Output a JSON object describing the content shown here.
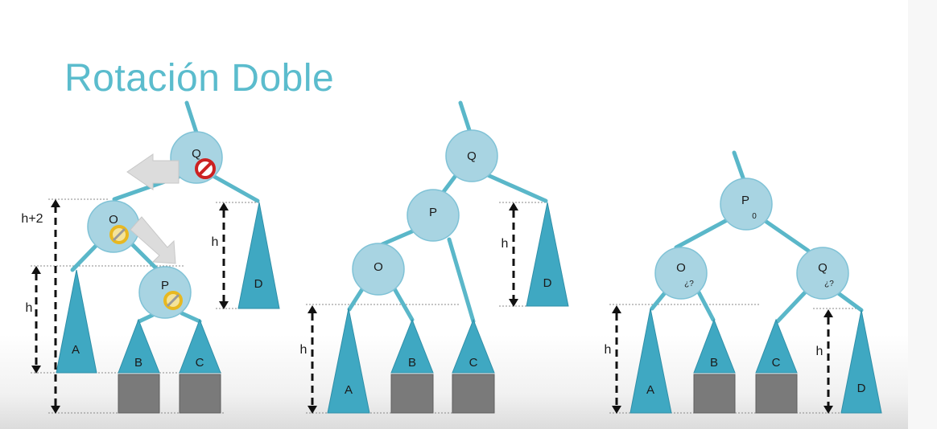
{
  "title": "Rotación Doble",
  "diagram1": {
    "nodes": {
      "q": "Q",
      "o": "O",
      "p": "P"
    },
    "subtrees": {
      "a": "A",
      "b": "B",
      "c": "C",
      "d": "D"
    },
    "heights": {
      "outer": "h+2",
      "a": "h",
      "d": "h"
    }
  },
  "diagram2": {
    "nodes": {
      "q": "Q",
      "p": "P",
      "o": "O"
    },
    "subtrees": {
      "a": "A",
      "b": "B",
      "c": "C",
      "d": "D"
    },
    "heights": {
      "a": "h",
      "d": "h"
    }
  },
  "diagram3": {
    "nodes": {
      "p": "P",
      "p_balance": "0",
      "o": "O",
      "o_balance": "¿?",
      "q": "Q",
      "q_balance": "¿?"
    },
    "subtrees": {
      "a": "A",
      "b": "B",
      "c": "C",
      "d": "D"
    },
    "heights": {
      "a": "h",
      "d": "h"
    }
  },
  "colors": {
    "title": "#5bbccd",
    "node": "#a8d4e2",
    "edge": "#5ab7c9",
    "subtree": "#3fa8c2",
    "block": "#7a7a7a",
    "no_sign_red": "#cc2222",
    "no_sign_yellow": "#e8b820"
  },
  "icons": {
    "rotation_arrow": "wide-arrow-icon",
    "forbidden": "no-entry-icon",
    "imbalance": "no-entry-icon"
  }
}
